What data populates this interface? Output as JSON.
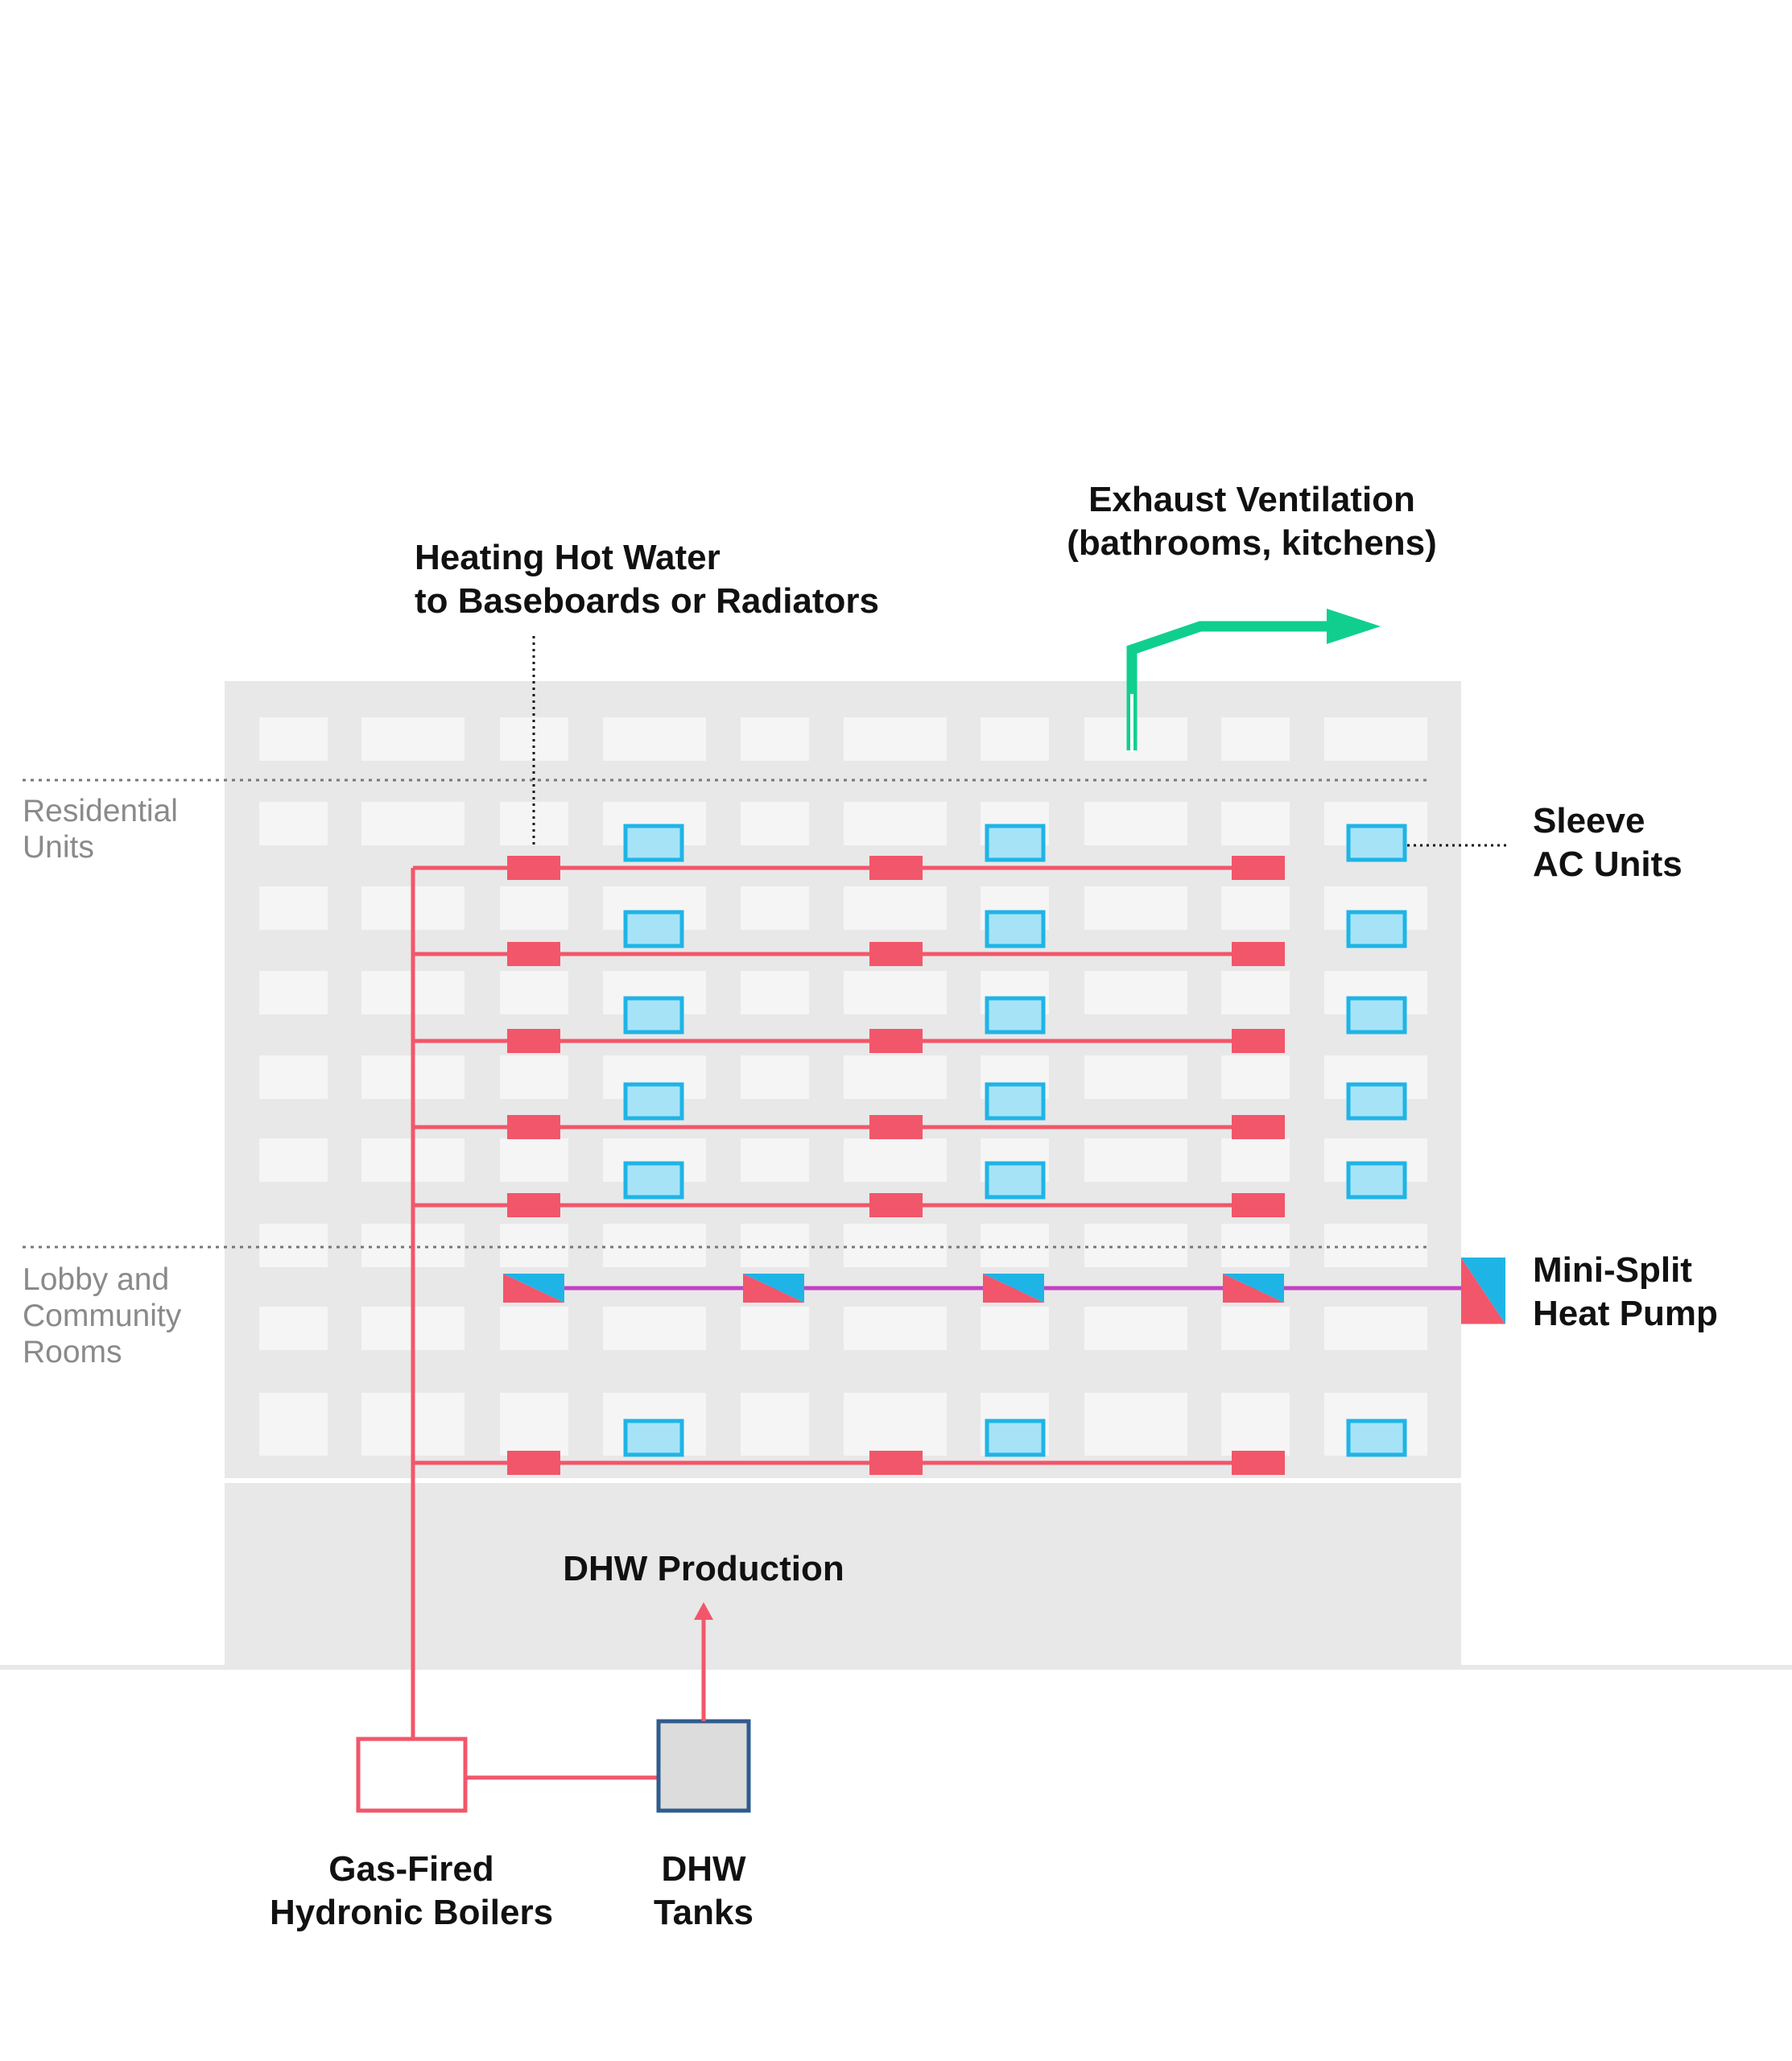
{
  "labels": {
    "heating_line1": "Heating Hot Water",
    "heating_line2": "to Baseboards or Radiators",
    "exhaust_line1": "Exhaust Ventilation",
    "exhaust_line2": "(bathrooms, kitchens)",
    "sleeve_line1": "Sleeve",
    "sleeve_line2": "AC Units",
    "minisplit_line1": "Mini-Split",
    "minisplit_line2": "Heat Pump",
    "residential_line1": "Residential",
    "residential_line2": "Units",
    "lobby_line1": "Lobby and",
    "lobby_line2": "Community",
    "lobby_line3": "Rooms",
    "dhw_production": "DHW Production",
    "boilers_line1": "Gas-Fired",
    "boilers_line2": "Hydronic Boilers",
    "tanks_line1": "DHW",
    "tanks_line2": "Tanks"
  },
  "colors": {
    "heating": "#f2566a",
    "cooling_fill": "#a6e3f7",
    "cooling_stroke": "#1fb4e6",
    "exhaust": "#10cf8e",
    "refrigerant": "#c240c6",
    "building": "#e8e8e8",
    "window": "#f5f5f5",
    "tank_fill": "#dcdcdc",
    "tank_stroke": "#2f5c8e"
  },
  "counts": {
    "heating_riser_branches": 6,
    "baseboards_per_floor": 3,
    "sleeve_ac_units": 18,
    "mini_split_indoor_units": 4
  }
}
